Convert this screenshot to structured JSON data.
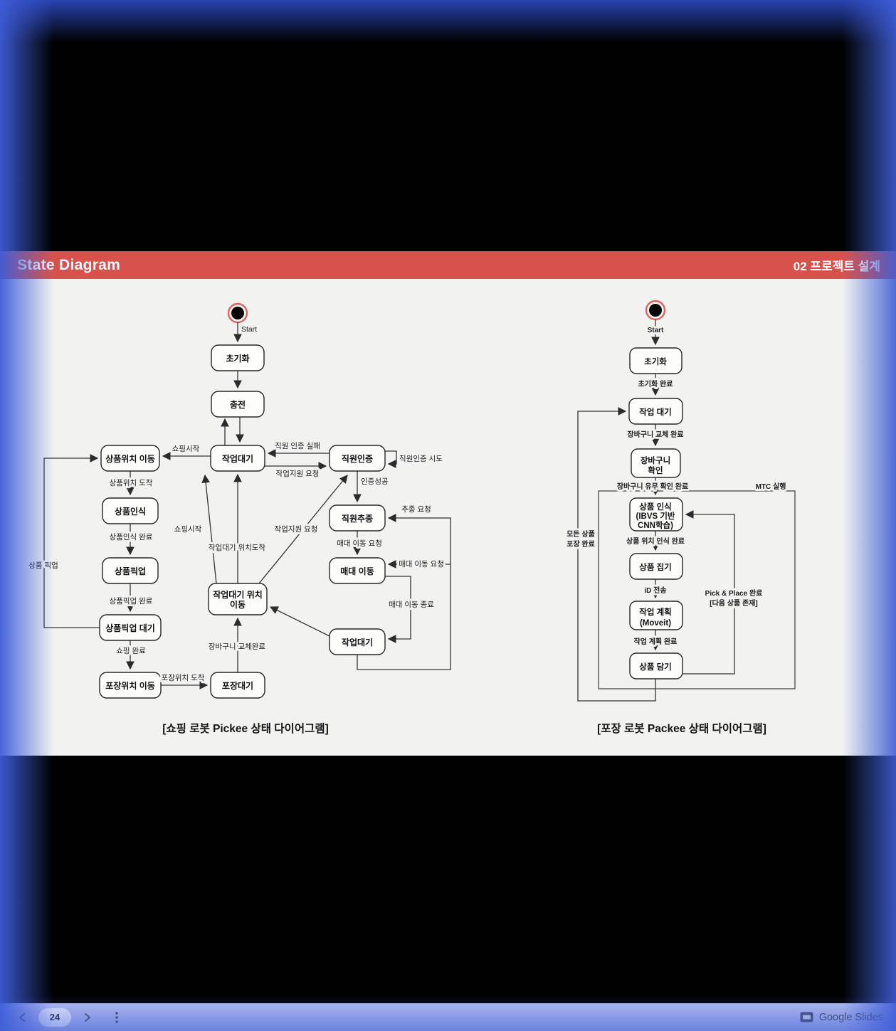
{
  "header": {
    "title": "State Diagram",
    "chapter": "02 프로젝트 설계"
  },
  "footer": {
    "page": "24",
    "brand": "Google Slides"
  },
  "pickee": {
    "caption": "[쇼핑 로봇 Pickee 상태 다이어그램]",
    "start": "Start",
    "nodes": {
      "init": "초기화",
      "charge": "충전",
      "work_wait": "작업대기",
      "move_product": "상품위치 이동",
      "auth": "직원인증",
      "recognize": "상품인식",
      "follow": "직원추종",
      "pickup": "상품픽업",
      "shelf_move": "매대 이동",
      "pickup_wait": "상품픽업 대기",
      "waitpos_line1": "작업대기 위치",
      "waitpos_line2": "이동",
      "work_wait2": "작업대기",
      "pack_move": "포장위치 이동",
      "pack_wait": "포장대기"
    },
    "edges": {
      "shopping_start_top": "쇼핑시작",
      "auth_fail": "직원 인증 실패",
      "support_req_top": "작업지원 요청",
      "auth_try": "직원인증 시도",
      "auth_success": "인증성공",
      "follow_req": "추종 요청",
      "shelf_move_req": "매대 이동 요청",
      "shelf_move_req2": "매대 이동 요청",
      "shelf_move_end": "매대 이동 종료",
      "product_arrive": "상품위치 도착",
      "recognize_done": "상품인식 완료",
      "shopping_start_diag": "쇼핑시작",
      "waitpos_arrive": "작업대기 위치도착",
      "support_req_diag": "작업지원 요청",
      "product_pick": "상품 픽업",
      "pickup_done": "상품픽업 완료",
      "shopping_done": "쇼핑 완료",
      "pack_arrive": "포장위치 도착",
      "basket_replaced": "장바구니 교체완료"
    }
  },
  "packee": {
    "caption": "[포장 로봇 Packee 상태 다이어그램]",
    "start": "Start",
    "nodes": {
      "init": "초기화",
      "work_wait": "작업 대기",
      "basket_line1": "장바구니",
      "basket_line2": "확인",
      "recog_line1": "상품 인식",
      "recog_line2": "(IBVS 기반",
      "recog_line3": "CNN학습)",
      "grip": "상품 집기",
      "plan_line1": "작업 계획",
      "plan_line2": "(Moveit)",
      "put": "상품 담기"
    },
    "edges": {
      "init_done": "초기화 완료",
      "basket_replace_done": "장바구니 교체 완료",
      "basket_check_done": "장바구니 유무 확인 완료",
      "mtc": "MTC 실행",
      "recog_done": "상품 위치 인식 완료",
      "id_send": "iD 전송",
      "plan_done": "작업 계획 완료",
      "pnp_line1": "Pick & Place 완료",
      "pnp_line2": "[다음 상품 존재]",
      "all_packed_line1": "모든 상품",
      "all_packed_line2": "포장 완료"
    }
  }
}
